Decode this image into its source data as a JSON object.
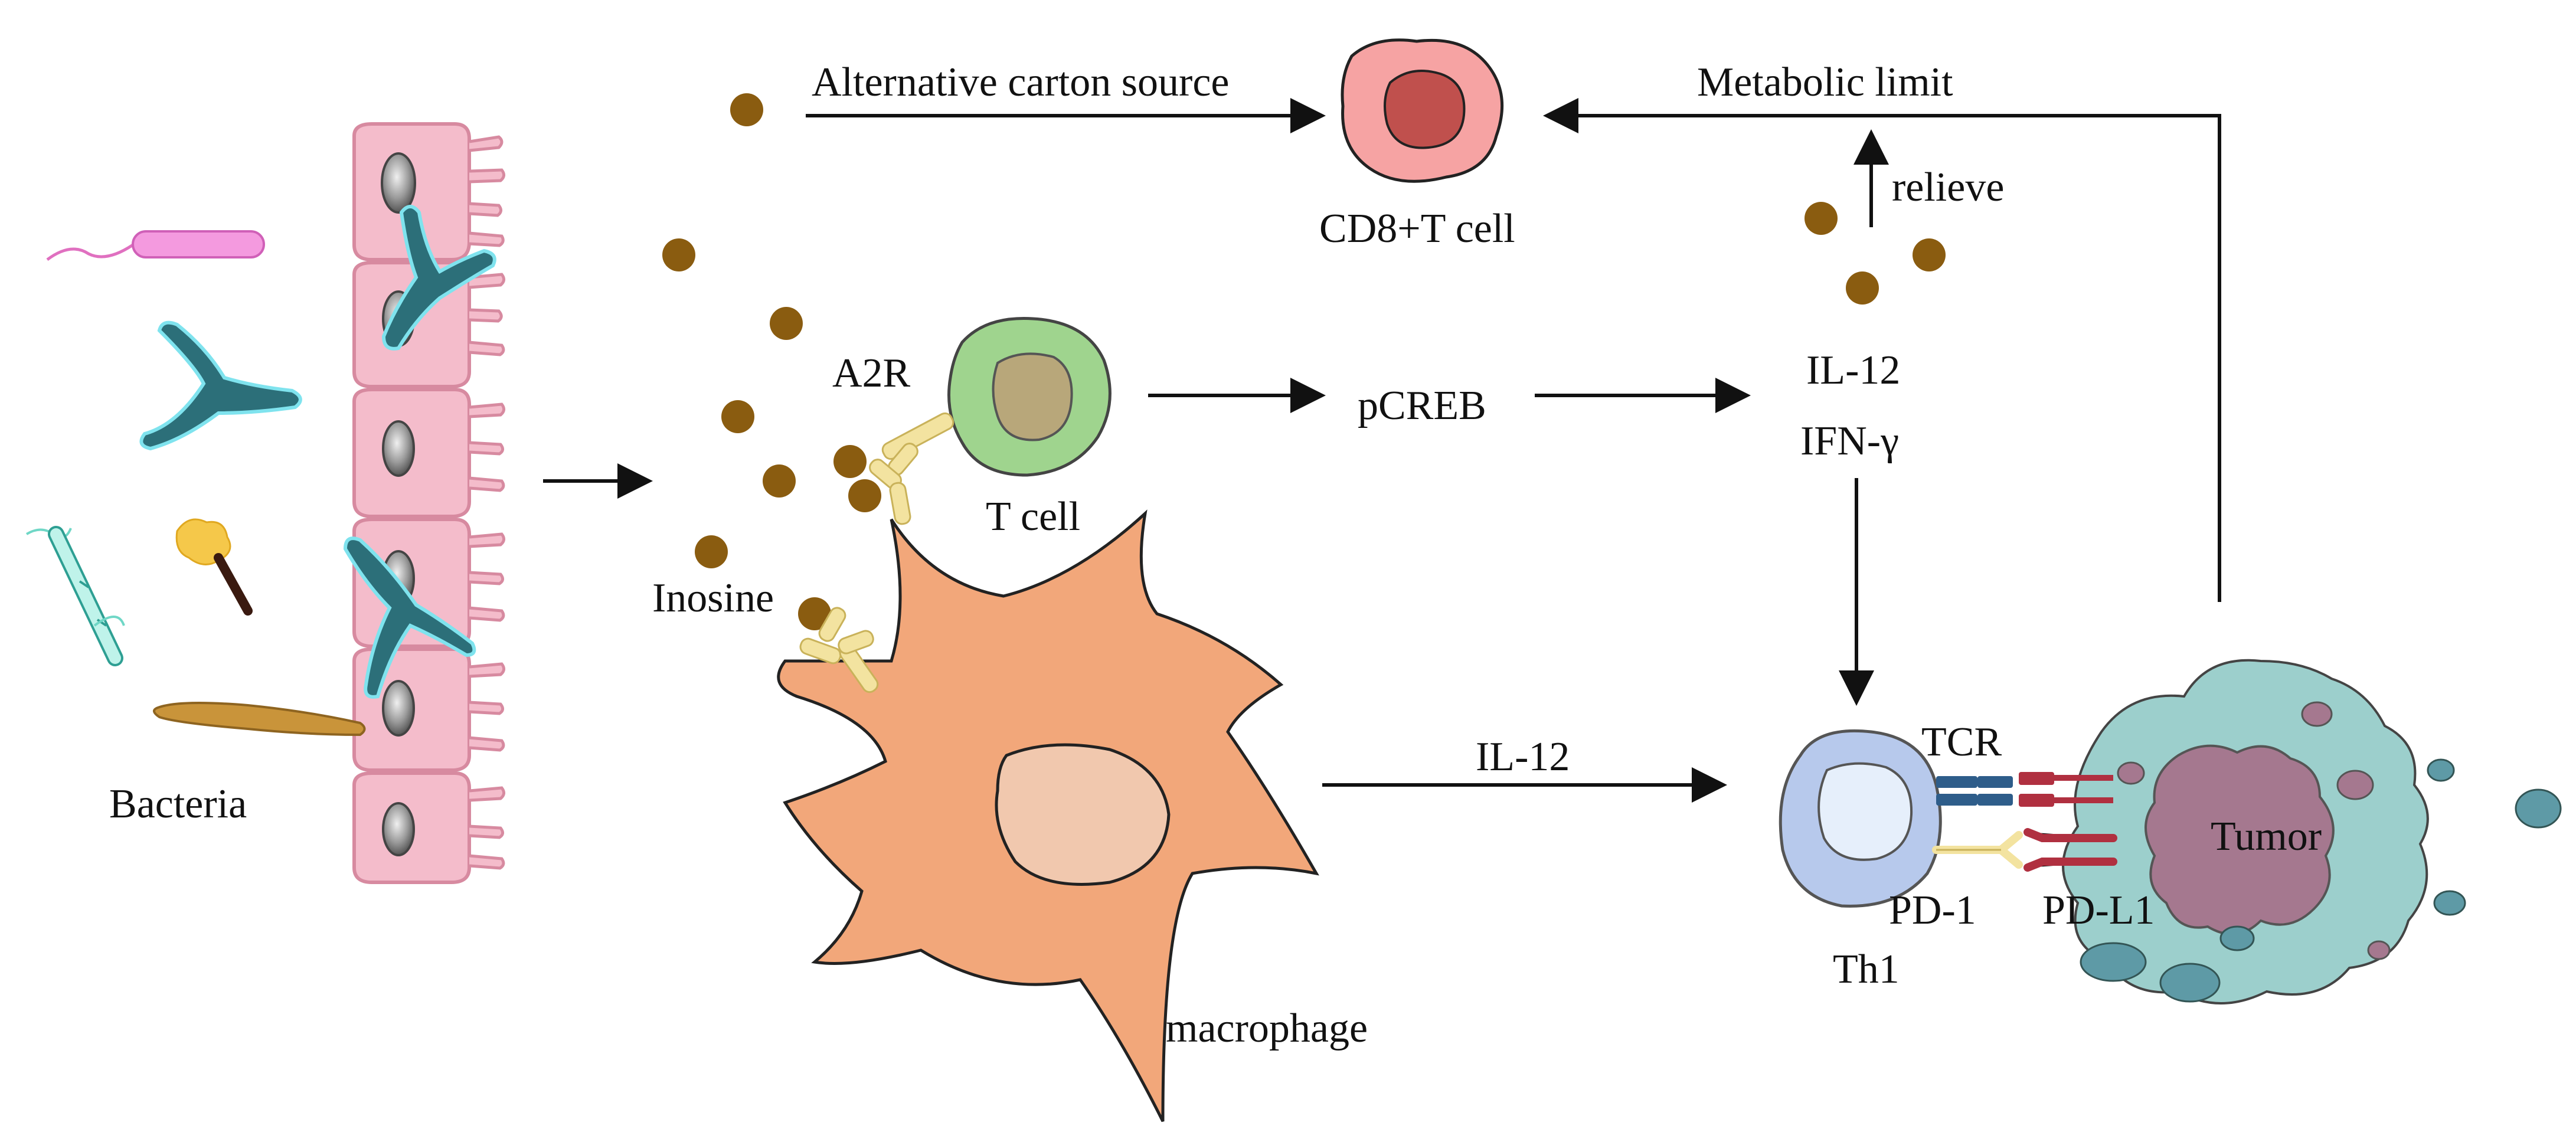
{
  "labels": {
    "alt_carbon": "Alternative carton source",
    "metabolic_limit": "Metabolic limit",
    "cd8": "CD8+T cell",
    "relieve": "relieve",
    "a2r": "A2R",
    "pcreb": "pCREB",
    "il12_top": "IL-12",
    "ifng": "IFN-γ",
    "tcell": "T cell",
    "inosine": "Inosine",
    "bacteria": "Bacteria",
    "il12_mid": "IL-12",
    "tcr": "TCR",
    "tumor": "Tumor",
    "pd1": "PD-1",
    "pdl1": "PD-L1",
    "th1": "Th1",
    "macrophage": "macrophage"
  },
  "colors": {
    "inosine": "#8a5c10",
    "epithelium": "#f2b7c6",
    "macrophage": "#f2a77a",
    "tcell": "#9fd48e",
    "cd8_outer": "#f6a3a3",
    "cd8_inner": "#c0504d",
    "th1": "#b7c9ec",
    "tumor_outer": "#9ccfcc",
    "tumor_inner": "#a5788f",
    "receptor": "#f3e3a0",
    "tcr": "#2e5d8a",
    "pdl1": "#b03040"
  },
  "icons": [
    "inosine-dot",
    "bacterium",
    "epithelial-cell",
    "receptor"
  ]
}
